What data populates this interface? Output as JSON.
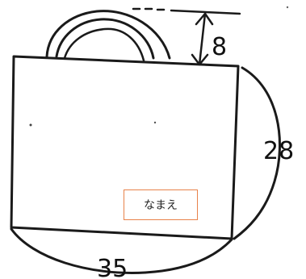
{
  "dimensions": {
    "handle_height": "8",
    "bag_height": "28",
    "bag_width": "35"
  },
  "name_label": {
    "text": "なまえ",
    "border_color": "#e8824a"
  },
  "colors": {
    "ink": "#1a1a1a",
    "background": "#ffffff"
  }
}
